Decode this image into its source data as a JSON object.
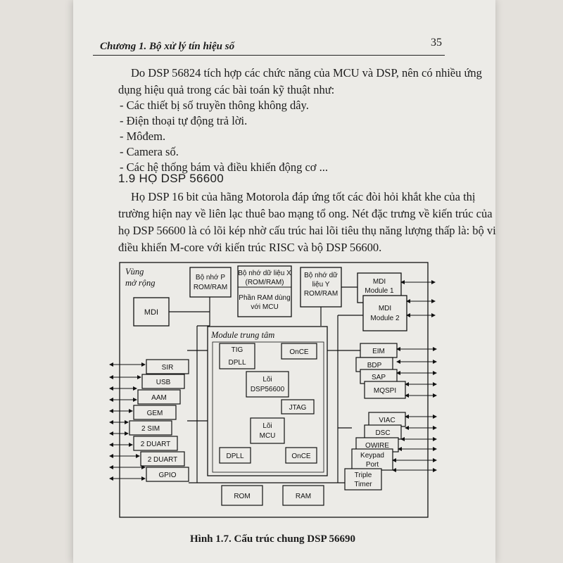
{
  "header": {
    "chapter": "Chương 1. Bộ xử lý tín hiệu số",
    "page_number": "35"
  },
  "intro": {
    "line1": "Do DSP 56824 tích hợp các chức năng của MCU và DSP, nên có nhiều ứng",
    "line2": "dụng hiệu quả trong các bài toán kỹ thuật như:",
    "bullets": [
      "- Các thiết bị số truyền thông không dây.",
      "- Điện thoại tự động trả lời.",
      "- Môđem.",
      "- Camera số.",
      "- Các hệ thống bám và điều khiển động cơ ..."
    ]
  },
  "section": {
    "title": "1.9 HỌ DSP 56600",
    "lines": [
      "Họ DSP 16 bit của hãng Motorola đáp ứng tốt các đòi hỏi khắt khe của thị",
      "trường hiện nay về liên lạc thuê bao mạng tổ ong. Nét đặc trưng về kiến trúc của",
      "họ DSP 56600 là có lõi kép nhờ cấu trúc hai lõi tiêu thụ năng lượng thấp là: bộ vi",
      "điều khiển M-core với kiến trúc RISC và bộ DSP 56600."
    ]
  },
  "diagram": {
    "expansion_label_1": "Vùng",
    "expansion_label_2": "mở rộng",
    "mdi_left": "MDI",
    "mem_p_1": "Bộ nhớ P",
    "mem_p_2": "ROM/RAM",
    "mem_x_1": "Bộ nhớ dữ liệu X",
    "mem_x_2": "(ROM/RAM)",
    "mem_x_3": "Phần RAM dùng",
    "mem_x_4": "với MCU",
    "mem_y_1": "Bộ nhớ dữ",
    "mem_y_2": "liệu Y",
    "mem_y_3": "ROM/RAM",
    "mdi_m1_1": "MDI",
    "mdi_m1_2": "Module 1",
    "mdi_m2_1": "MDI",
    "mdi_m2_2": "Module 2",
    "central_label": "Module trung tâm",
    "tig": "TIG",
    "dpll_top": "DPLL",
    "once_top": "OnCE",
    "core_dsp_1": "Lõi",
    "core_dsp_2": "DSP56600",
    "jtag": "JTAG",
    "core_mcu_1": "Lõi",
    "core_mcu_2": "MCU",
    "dpll_bottom": "DPLL",
    "once_bottom": "OnCE",
    "rom": "ROM",
    "ram": "RAM",
    "left_peripherals": [
      "SIR",
      "USB",
      "AAM",
      "GEM",
      "2 SIM",
      "2 DUART",
      "2 DUART",
      "GPIO"
    ],
    "right_peripherals": [
      "EIM",
      "BDP",
      "SAP",
      "MQSPI",
      "VIAC",
      "DSC",
      "OWIRE",
      "Keypad",
      "Port",
      "Triple",
      "Timer"
    ]
  },
  "caption": "Hình 1.7. Cấu trúc chung DSP 56690"
}
